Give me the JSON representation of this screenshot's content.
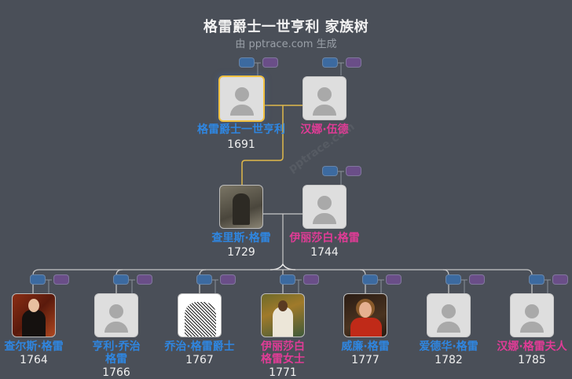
{
  "header": {
    "title": "格雷爵士一世亨利 家族树",
    "subtitle": "由 pptrace.com 生成"
  },
  "watermark": "pptrace.com",
  "colors": {
    "background": "#4a4f58",
    "male_name": "#2f86e0",
    "female_name": "#e03c96",
    "selected_border": "#f0c040",
    "lineage_line": "#e0b84a",
    "connector_line": "#c8c8c8",
    "pill_blue": "#3c6aa0",
    "pill_purple": "#6a4e88"
  },
  "generations": [
    {
      "people": [
        {
          "id": "henry",
          "name": "格雷爵士一世亨利",
          "year": "1691",
          "gender": "male",
          "avatar": "placeholder",
          "selected": true
        },
        {
          "id": "anna",
          "name": "汉娜·伍德",
          "year": "",
          "gender": "female",
          "avatar": "placeholder",
          "selected": false
        }
      ]
    },
    {
      "people": [
        {
          "id": "charles",
          "name": "查里斯·格雷",
          "year": "1729",
          "gender": "male",
          "avatar": "engraving-portrait"
        },
        {
          "id": "elizabeth",
          "name": "伊丽莎白·格雷",
          "year": "1744",
          "gender": "female",
          "avatar": "placeholder"
        }
      ]
    },
    {
      "people": [
        {
          "id": "c1",
          "name": "查尔斯·格雷",
          "year": "1764",
          "gender": "male",
          "avatar": "painted-portrait"
        },
        {
          "id": "c2",
          "name_line1": "亨利·乔治",
          "name_line2": "格雷",
          "year": "1766",
          "gender": "male",
          "avatar": "placeholder"
        },
        {
          "id": "c3",
          "name": "乔治·格雷爵士",
          "year": "1767",
          "gender": "male",
          "avatar": "sketch-portrait"
        },
        {
          "id": "c4",
          "name_line1": "伊丽莎白",
          "name_line2": "格雷女士",
          "year": "1771",
          "gender": "female",
          "avatar": "painted-portrait"
        },
        {
          "id": "c5",
          "name": "威廉·格雷",
          "year": "1777",
          "gender": "male",
          "avatar": "painted-portrait"
        },
        {
          "id": "c6",
          "name": "爱德华·格雷",
          "year": "1782",
          "gender": "male",
          "avatar": "placeholder"
        },
        {
          "id": "c7",
          "name": "汉娜·格雷夫人",
          "year": "1785",
          "gender": "female",
          "avatar": "placeholder"
        }
      ]
    }
  ]
}
